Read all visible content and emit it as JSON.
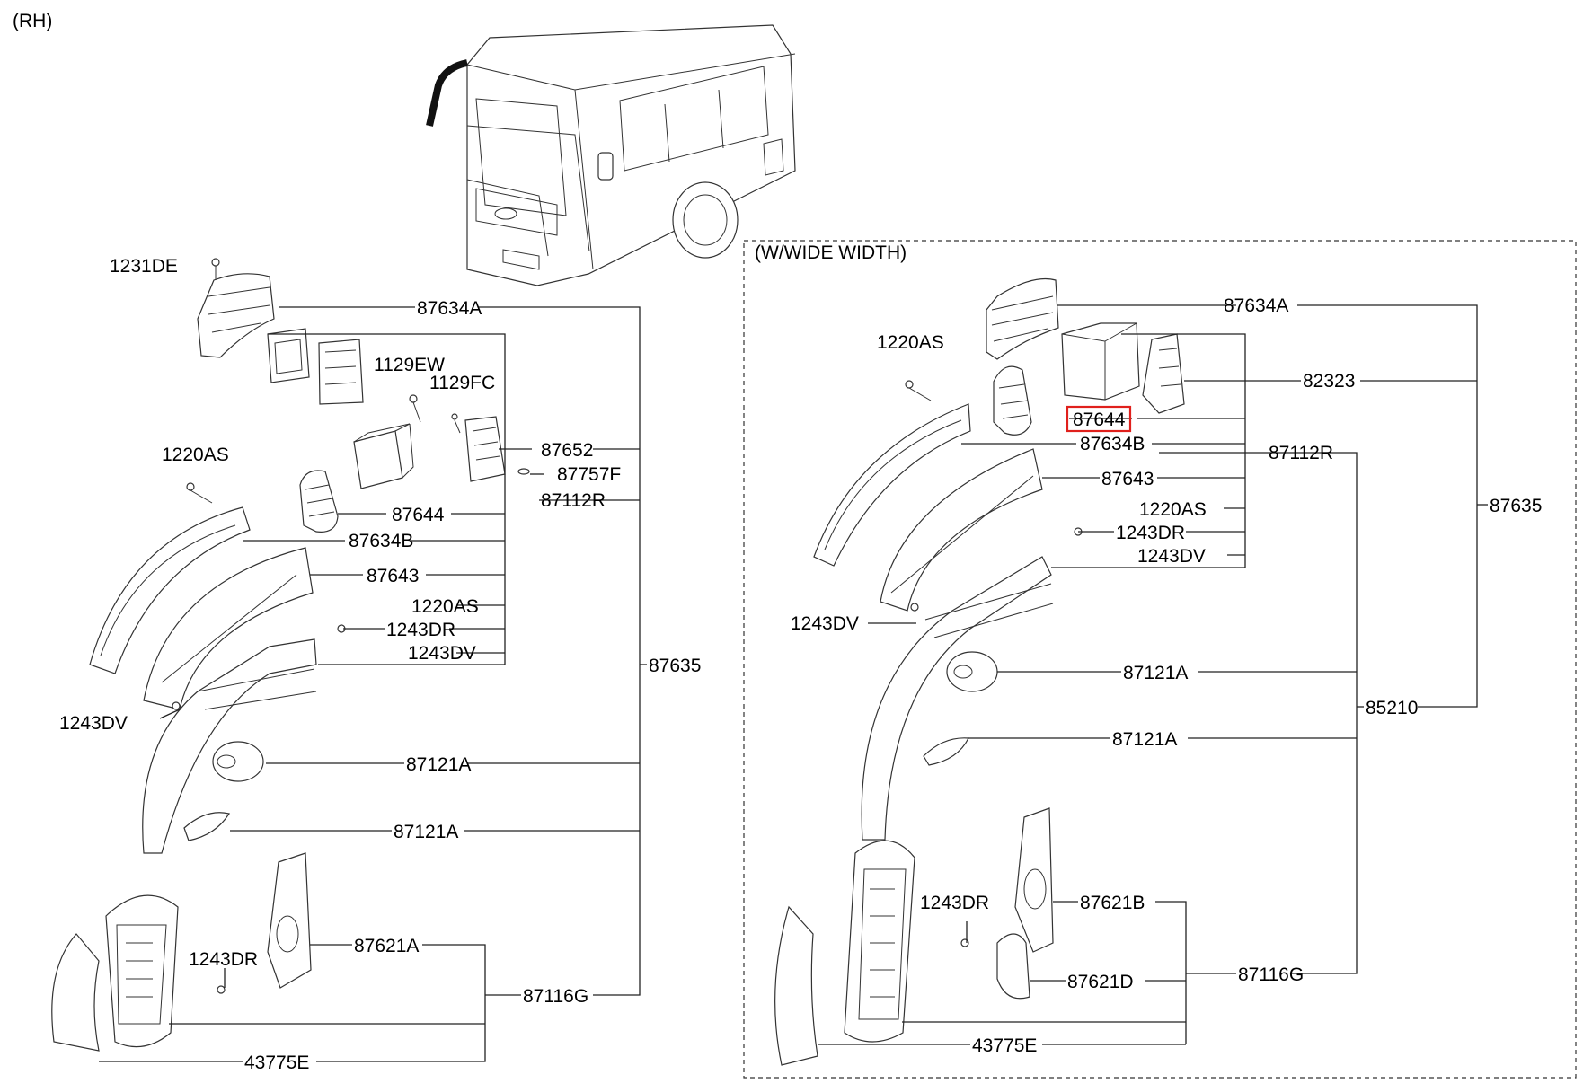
{
  "diagram": {
    "side_label": "(RH)",
    "variant_label": "(W/WIDE WIDTH)",
    "highlighted_part": "87644",
    "highlight_color": "#e0201c"
  },
  "left_labels": {
    "l_1231de": "1231DE",
    "l_87634a": "87634A",
    "l_1129ew": "1129EW",
    "l_1129fc": "1129FC",
    "l_1220as_top": "1220AS",
    "l_87652": "87652",
    "l_87757f": "87757F",
    "l_87644": "87644",
    "l_87112r": "87112R",
    "l_87634b": "87634B",
    "l_87643": "87643",
    "l_1220as_mid": "1220AS",
    "l_1243dr": "1243DR",
    "l_1243dv_a": "1243DV",
    "l_1243dv_b": "1243DV",
    "l_87635": "87635",
    "l_87121a_1": "87121A",
    "l_87121a_2": "87121A",
    "l_1243dr_2": "1243DR",
    "l_87621a": "87621A",
    "l_87116g": "87116G",
    "l_43775e": "43775E"
  },
  "right_labels": {
    "r_87634a": "87634A",
    "r_1220as_top": "1220AS",
    "r_82323": "82323",
    "r_87644": "87644",
    "r_87634b": "87634B",
    "r_87112r": "87112R",
    "r_87643": "87643",
    "r_87635": "87635",
    "r_1220as_mid": "1220AS",
    "r_1243dr": "1243DR",
    "r_1243dv_a": "1243DV",
    "r_1243dv_b": "1243DV",
    "r_87121a_1": "87121A",
    "r_85210": "85210",
    "r_87121a_2": "87121A",
    "r_1243dr_2": "1243DR",
    "r_87621b": "87621B",
    "r_87621d": "87621D",
    "r_87116g": "87116G",
    "r_43775e": "43775E"
  }
}
